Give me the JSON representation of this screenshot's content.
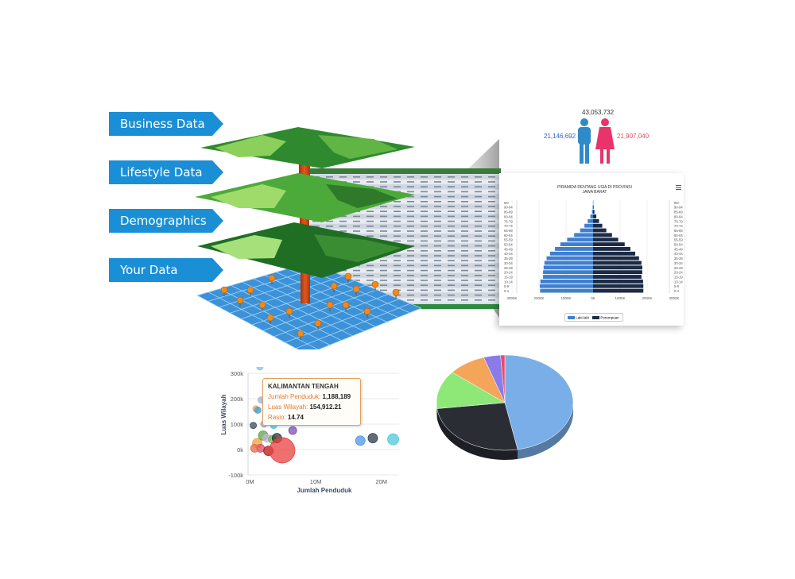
{
  "layers": {
    "labels": [
      "Business Data",
      "Lifestyle Data",
      "Demographics",
      "Your Data"
    ]
  },
  "gender": {
    "total": "43,053,732",
    "male": "21,146,692",
    "female": "21,907,040",
    "male_color": "#2e8ac9",
    "female_color": "#e8336b",
    "icons": [
      "male-person-icon",
      "female-person-icon"
    ]
  },
  "pyramid": {
    "title_line1": "PIRAMIDA RENTANG USIA DI PROVINSI",
    "title_line2": "JAWA BARAT",
    "menu_icon": "hamburger-menu-icon",
    "legend": [
      "Laki-laki",
      "Perempuan"
    ]
  },
  "scatter": {
    "tooltip": {
      "title": "KALIMANTAN TENGAH",
      "k1": "Jumlah Penduduk: ",
      "v1": "1,188,189",
      "k2": "Luas Wilayah: ",
      "v2": "154,912.21",
      "k3": "Rasio: ",
      "v3": "14.74"
    }
  },
  "chart_data": [
    {
      "type": "bar",
      "subtype": "population-pyramid",
      "title": "PIRAMIDA RENTANG USIA DI PROVINSI JAWA BARAT",
      "categories": [
        "0-4",
        "5-9",
        "10-14",
        "15-19",
        "20-24",
        "25-29",
        "30-34",
        "35-39",
        "40-44",
        "45-49",
        "50-54",
        "55-59",
        "60-64",
        "65-69",
        "70-74",
        "75-79",
        "80-84",
        "85-89",
        "90-94",
        "95+"
      ],
      "x_ticks": [
        "3000K",
        "2000K",
        "1000K",
        "0K",
        "1000K",
        "2000K",
        "3000K"
      ],
      "xlim": [
        -3000,
        3000
      ],
      "series": [
        {
          "name": "Laki-laki",
          "color": "#3f7fd0",
          "values": [
            1960,
            1970,
            1950,
            1850,
            1850,
            1830,
            1800,
            1720,
            1590,
            1410,
            1210,
            960,
            700,
            480,
            320,
            200,
            100,
            40,
            15,
            5
          ]
        },
        {
          "name": "Perempuan",
          "color": "#1c2b45",
          "values": [
            1860,
            1860,
            1850,
            1790,
            1820,
            1820,
            1790,
            1700,
            1560,
            1380,
            1170,
            930,
            700,
            490,
            340,
            220,
            120,
            50,
            20,
            7
          ]
        }
      ],
      "legend_position": "bottom"
    },
    {
      "type": "scatter",
      "subtype": "bubble",
      "xlabel": "Jumlah Penduduk",
      "ylabel": "Luas Wilayah",
      "x_ticks": [
        "0M",
        "10M",
        "20M"
      ],
      "y_ticks": [
        "300k",
        "200k",
        "100k",
        "0k",
        "-100k"
      ],
      "xlim": [
        -0.3,
        22.7
      ],
      "ylim": [
        -100,
        300
      ],
      "points": [
        {
          "x": 1.5,
          "y": 325,
          "r": 4,
          "color": "#7ec8e3"
        },
        {
          "x": 0.9,
          "y": 160,
          "r": 4,
          "color": "#f4a460"
        },
        {
          "x": 1.7,
          "y": 195,
          "r": 4,
          "color": "#9ab4e8"
        },
        {
          "x": 1.19,
          "y": 155,
          "r": 4,
          "color": "#3c9fd8"
        },
        {
          "x": 0.5,
          "y": 95,
          "r": 4,
          "color": "#3c4a5c"
        },
        {
          "x": 2.1,
          "y": 100,
          "r": 4,
          "color": "#aaaaaa"
        },
        {
          "x": 3.6,
          "y": 95,
          "r": 4,
          "color": "#5bbdd6"
        },
        {
          "x": 6.5,
          "y": 75,
          "r": 5,
          "color": "#7b4fa8"
        },
        {
          "x": 1.1,
          "y": 25,
          "r": 6,
          "color": "#e8a33c"
        },
        {
          "x": 2.0,
          "y": 55,
          "r": 6,
          "color": "#5aa545"
        },
        {
          "x": 2.6,
          "y": 45,
          "r": 5,
          "color": "#d6a8ea"
        },
        {
          "x": 1.6,
          "y": 5,
          "r": 5,
          "color": "#d94a6b"
        },
        {
          "x": 0.7,
          "y": 5,
          "r": 5,
          "color": "#e86a4c"
        },
        {
          "x": 2.8,
          "y": -5,
          "r": 6,
          "color": "#b01818"
        },
        {
          "x": 3.4,
          "y": 40,
          "r": 5,
          "color": "#6bbf4a"
        },
        {
          "x": 4.1,
          "y": 45,
          "r": 6,
          "color": "#28333d"
        },
        {
          "x": 4.9,
          "y": -3,
          "r": 16,
          "color": "#e84040"
        },
        {
          "x": 16.8,
          "y": 35,
          "r": 6,
          "color": "#4f95e6"
        },
        {
          "x": 18.7,
          "y": 45,
          "r": 6,
          "color": "#2e3a4e"
        },
        {
          "x": 21.8,
          "y": 40,
          "r": 7,
          "color": "#4fc7d9"
        }
      ],
      "tooltip_point": "KALIMANTAN TENGAH"
    },
    {
      "type": "pie",
      "style": "3d",
      "slices": [
        {
          "value": 47,
          "color": "#7aaee8"
        },
        {
          "value": 26,
          "color": "#2b2d35"
        },
        {
          "value": 13,
          "color": "#8de878"
        },
        {
          "value": 9,
          "color": "#f4a55a"
        },
        {
          "value": 4,
          "color": "#8a7ce8"
        },
        {
          "value": 1,
          "color": "#e84a6a"
        }
      ]
    }
  ]
}
